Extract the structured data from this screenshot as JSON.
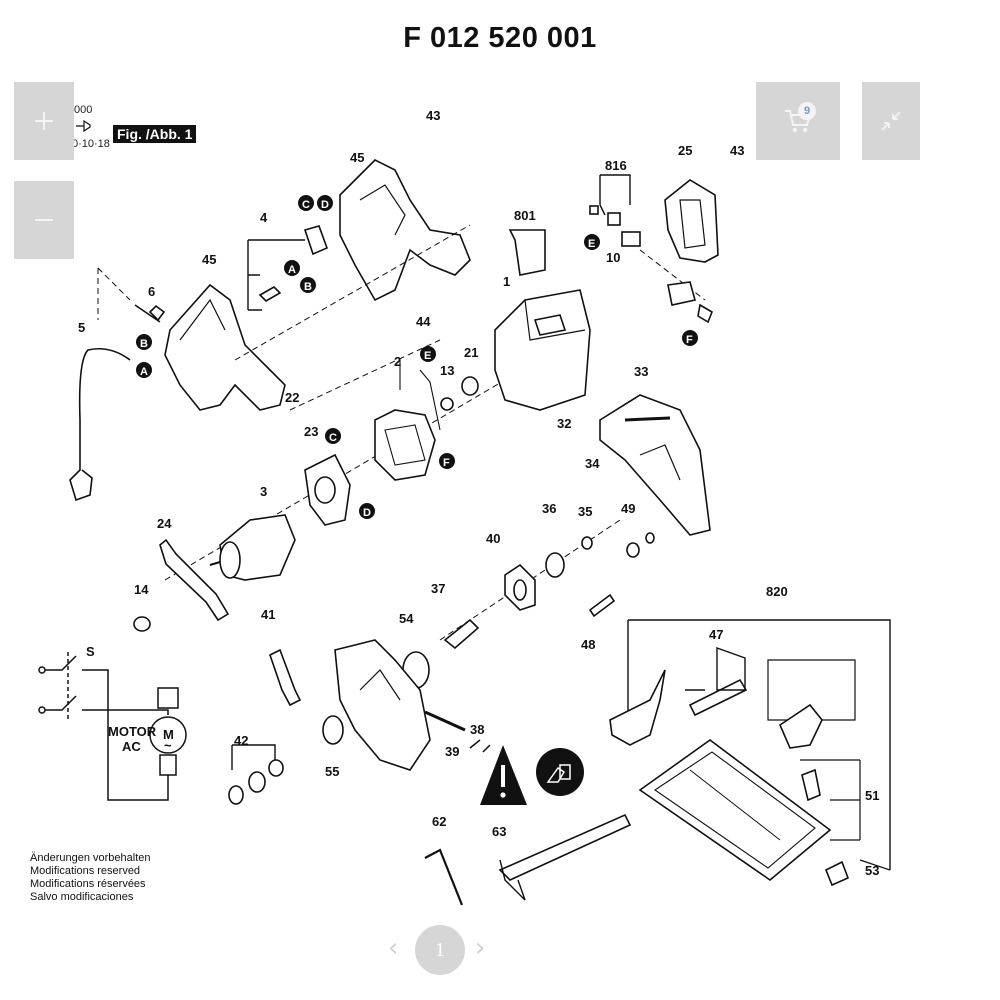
{
  "title": "F 012 520 001",
  "figure_label": "Fig. /Abb. 1",
  "meta_lines": [
    "000",
    "0·10·18"
  ],
  "controls": {
    "zoom_in_icon": "plus-icon",
    "zoom_out_icon": "minus-icon",
    "cart_icon": "cart-icon",
    "cart_count": "9",
    "collapse_icon": "collapse-arrows-icon"
  },
  "notes": [
    "Änderungen vorbehalten",
    "Modifications reserved",
    "Modifications réservées",
    "Salvo modificaciones"
  ],
  "pager": {
    "page": "1",
    "prev_icon": "chevron-left-icon",
    "next_icon": "chevron-right-icon"
  },
  "schematic": {
    "motor_label": "MOTOR",
    "ac_label": "AC",
    "switch_label": "S",
    "motor_symbol": "M",
    "motor_tilde": "~"
  },
  "callouts": [
    "43",
    "45",
    "4",
    "45",
    "6",
    "5",
    "816",
    "801",
    "25",
    "43",
    "10",
    "1",
    "44",
    "2",
    "13",
    "21",
    "22",
    "23",
    "33",
    "32",
    "34",
    "3",
    "24",
    "14",
    "36",
    "35",
    "49",
    "40",
    "37",
    "41",
    "54",
    "48",
    "820",
    "47",
    "42",
    "55",
    "38",
    "39",
    "51",
    "53",
    "62",
    "63"
  ],
  "badges": [
    "A",
    "B",
    "C",
    "D",
    "E",
    "F"
  ]
}
